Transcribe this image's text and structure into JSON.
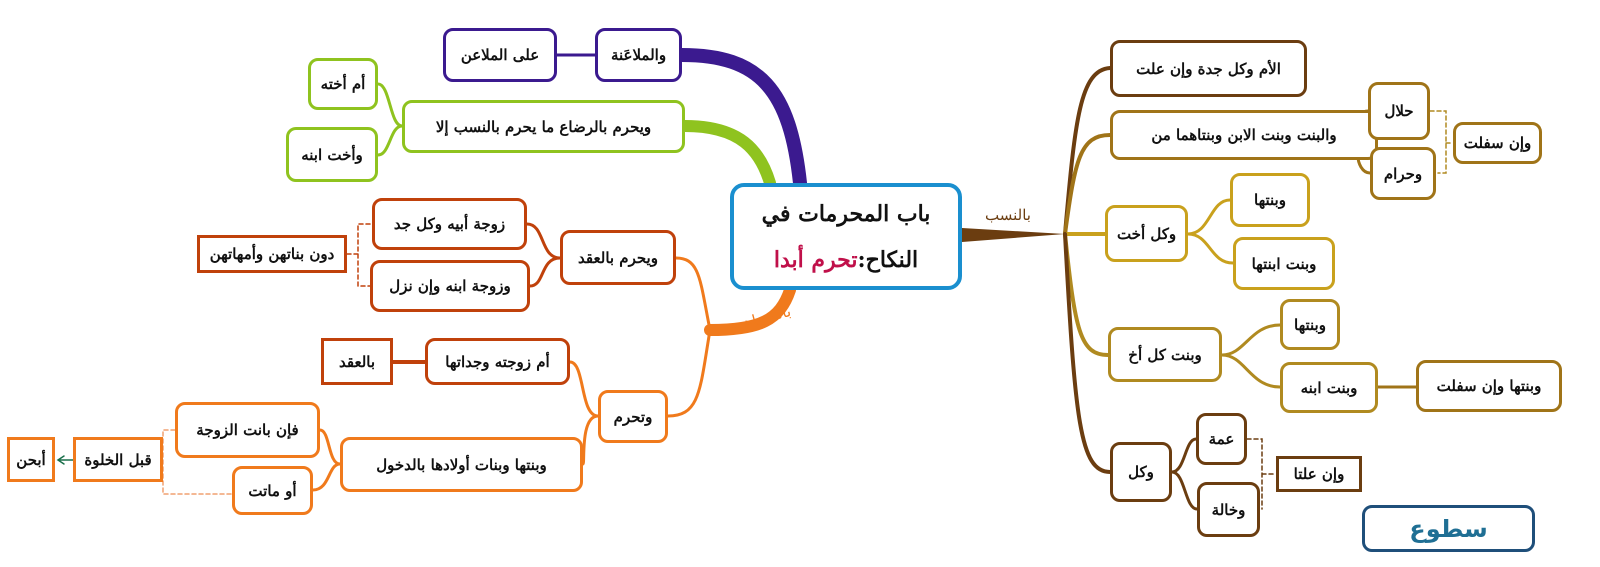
{
  "title": {
    "line1": "باب المحرمات في",
    "line2_prefix": "النكاح:",
    "line2_highlight": "تحرم أبدا"
  },
  "branches": {
    "nasab": "بالنسب",
    "musahara": "بالمصاهرة"
  },
  "nasab": {
    "mother": "الأم وكل جدة وإن علت",
    "daughter": "والبنت وبنت الابن وبنتاهما من",
    "halal": "حلال",
    "haram": "وحرام",
    "wa_in_safulat": "وإن سفلت",
    "sister": "وكل أخت",
    "sister_daughter": "وبنتها",
    "sister_granddaughter": "وبنت ابنتها",
    "brother_daughter": "وبنت كل أخ",
    "brother_daughter_daughter": "وبنتها",
    "brother_daughter_son": "وبنت ابنه",
    "brother_desc": "وبنتها وإن سفلت",
    "wakul": "وكل",
    "amma": "عمة",
    "khala": "وخالة",
    "wa_in_alata": "وإن علتا"
  },
  "mulaana": {
    "main": "والملاعَنة",
    "sub": "على الملاعن"
  },
  "radaa": {
    "main": "ويحرم بالرضاع ما يحرم بالنسب إلا",
    "ex1": "أم أخته",
    "ex2": "وأخت ابنه"
  },
  "aqd": {
    "main": "ويحرم بالعقد",
    "c1": "زوجة أبيه وكل جد",
    "c2": "وزوجة ابنه وإن نزل",
    "note": "دون بناتهن وأمهاتهن"
  },
  "tahrum": {
    "main": "وتحرم",
    "c1": "أم زوجته وجداتها",
    "c1_note": "بالعقد",
    "c2": "وبنتها وبنات أولادها بالدخول",
    "c2a": "فإن بانت الزوجة",
    "c2b": "أو ماتت",
    "before": "قبل الخلوة",
    "result": "أبحن"
  },
  "logo": "سطوع",
  "colors": {
    "center": "#1a8fcf",
    "nasab": "#6b3d10",
    "purple": "#3b1a8f",
    "green": "#8fc31f",
    "redorange": "#c0410b",
    "orange": "#f07a1c",
    "highlight": "#c0104a"
  }
}
